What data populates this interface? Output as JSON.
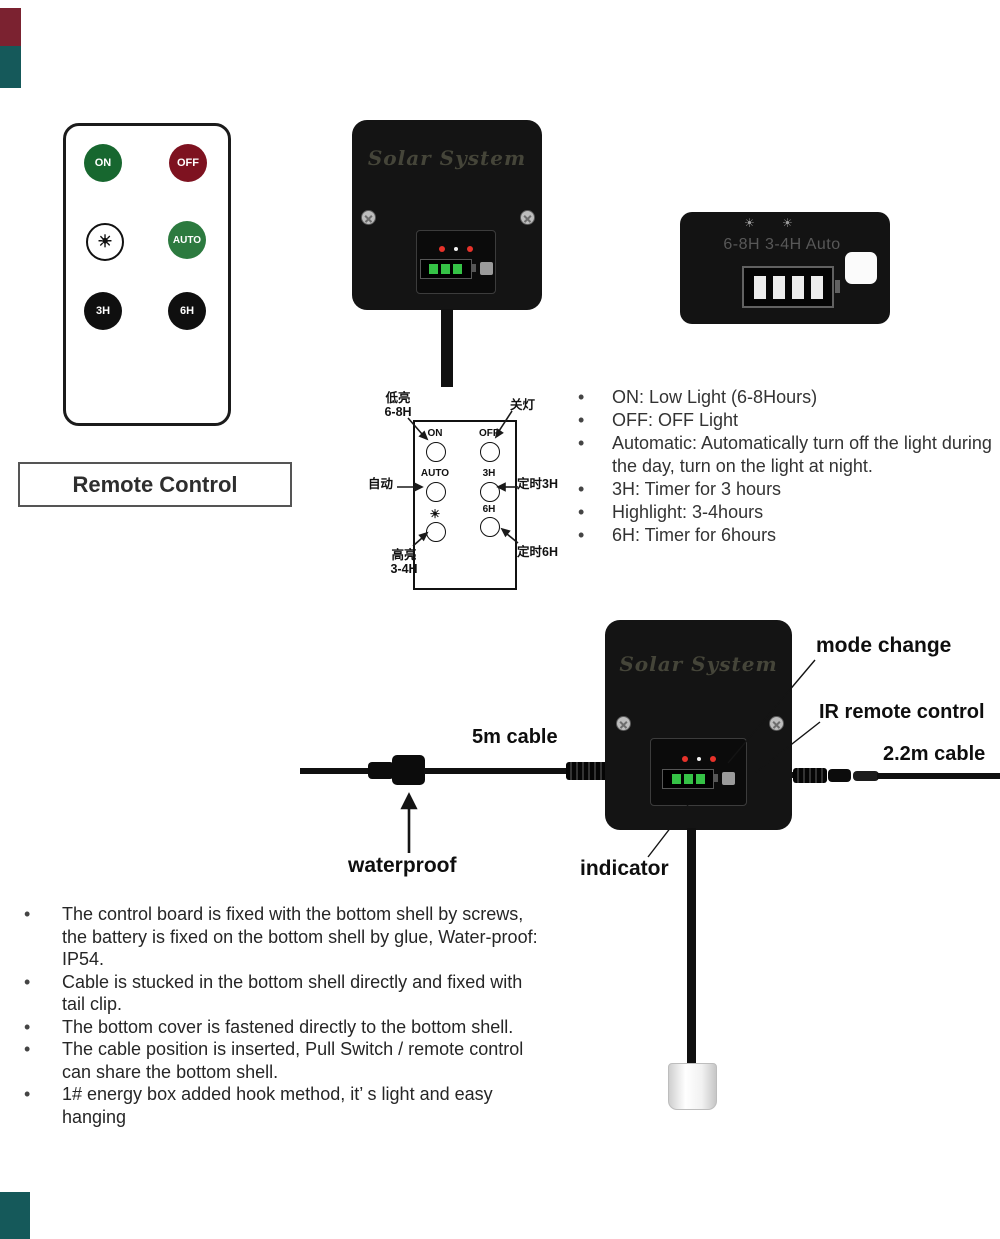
{
  "colors": {
    "on_button": "#17672f",
    "off_button": "#7e1220",
    "auto_button": "#2c7a3f",
    "timer_button": "#0f0f0f",
    "battery_level_green": "#35c246",
    "led_red": "#e8322a",
    "artifact_red": "#7b2230",
    "artifact_teal": "#15595a"
  },
  "captions": {
    "remote_control": "Remote Control"
  },
  "remote": {
    "buttons": [
      {
        "label": "ON"
      },
      {
        "label": "OFF"
      },
      {
        "label": "☀"
      },
      {
        "label": "AUTO"
      },
      {
        "label": "3H"
      },
      {
        "label": "6H"
      }
    ]
  },
  "control_box": {
    "brand": "Solar System"
  },
  "mode_panel": {
    "sun_icon": "☀",
    "text": "6-8H 3-4H Auto"
  },
  "button_diagram": {
    "buttons": [
      "ON",
      "OFF",
      "AUTO",
      "3H",
      "☀",
      "6H"
    ],
    "callouts": {
      "low_light_line1": "低亮",
      "low_light_line2": "6-8H",
      "off": "关灯",
      "auto": "自动",
      "timer3h": "定时3H",
      "high_light_line1": "高亮",
      "high_light_line2": "3-4H",
      "timer6h": "定时6H"
    }
  },
  "mode_list": {
    "items": [
      "ON: Low Light (6-8Hours)",
      "OFF: OFF Light",
      "Automatic: Automatically turn off the light during the day, turn on the light at night.",
      "3H: Timer for 3 hours",
      "Highlight: 3-4hours",
      "6H: Timer for 6hours"
    ]
  },
  "bottom_diagram": {
    "labels": {
      "cable_5m": "5m cable",
      "mode_change": "mode change",
      "ir_remote": "IR remote control",
      "cable_22m": "2.2m cable",
      "waterproof": "waterproof",
      "indicator": "indicator"
    }
  },
  "notes": {
    "items": [
      "The control board is fixed with the bottom shell by screws, the battery is fixed on the bottom shell by glue, Water-proof: IP54.",
      "Cable is stucked in the bottom shell directly and fixed with tail clip.",
      "The bottom cover is fastened directly to the bottom shell.",
      "The cable position is inserted, Pull Switch / remote control can share the bottom shell.",
      "1# energy box added hook method, it’ s light and easy hanging"
    ]
  }
}
